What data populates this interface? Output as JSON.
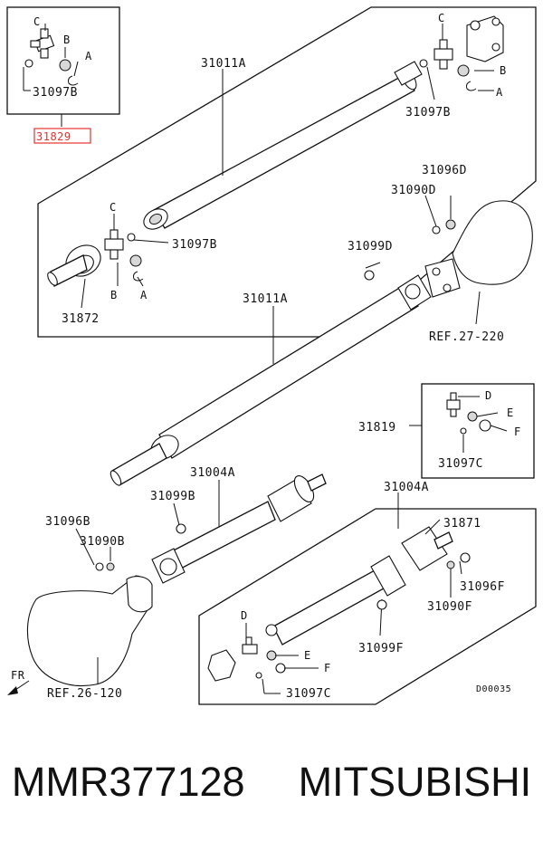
{
  "labels": {
    "k31829": "31829",
    "k31097b_1": "31097B",
    "k31097b_2": "31097B",
    "k31097b_3": "31097B",
    "k31011a_1": "31011A",
    "k31011a_2": "31011A",
    "k31872": "31872",
    "k31096d": "31096D",
    "k31090d": "31090D",
    "k31099d": "31099D",
    "ref27": "REF.27-220",
    "k31819": "31819",
    "k31097c_1": "31097C",
    "k31097c_2": "31097C",
    "k31004a_1": "31004A",
    "k31004a_2": "31004A",
    "k31099b": "31099B",
    "k31096b": "31096B",
    "k31090b": "31090B",
    "k31871": "31871",
    "k31096f": "31096F",
    "k31090f": "31090F",
    "k31099f": "31099F",
    "ref26": "REF.26-120",
    "fr": "FR",
    "code": "D00035",
    "A": "A",
    "B": "B",
    "C": "C",
    "D": "D",
    "E": "E",
    "F": "F"
  },
  "footer": {
    "part_number": "MMR377128",
    "brand": "MITSUBISHI"
  },
  "colors": {
    "highlight": "#e5322d",
    "line": "#111111"
  }
}
